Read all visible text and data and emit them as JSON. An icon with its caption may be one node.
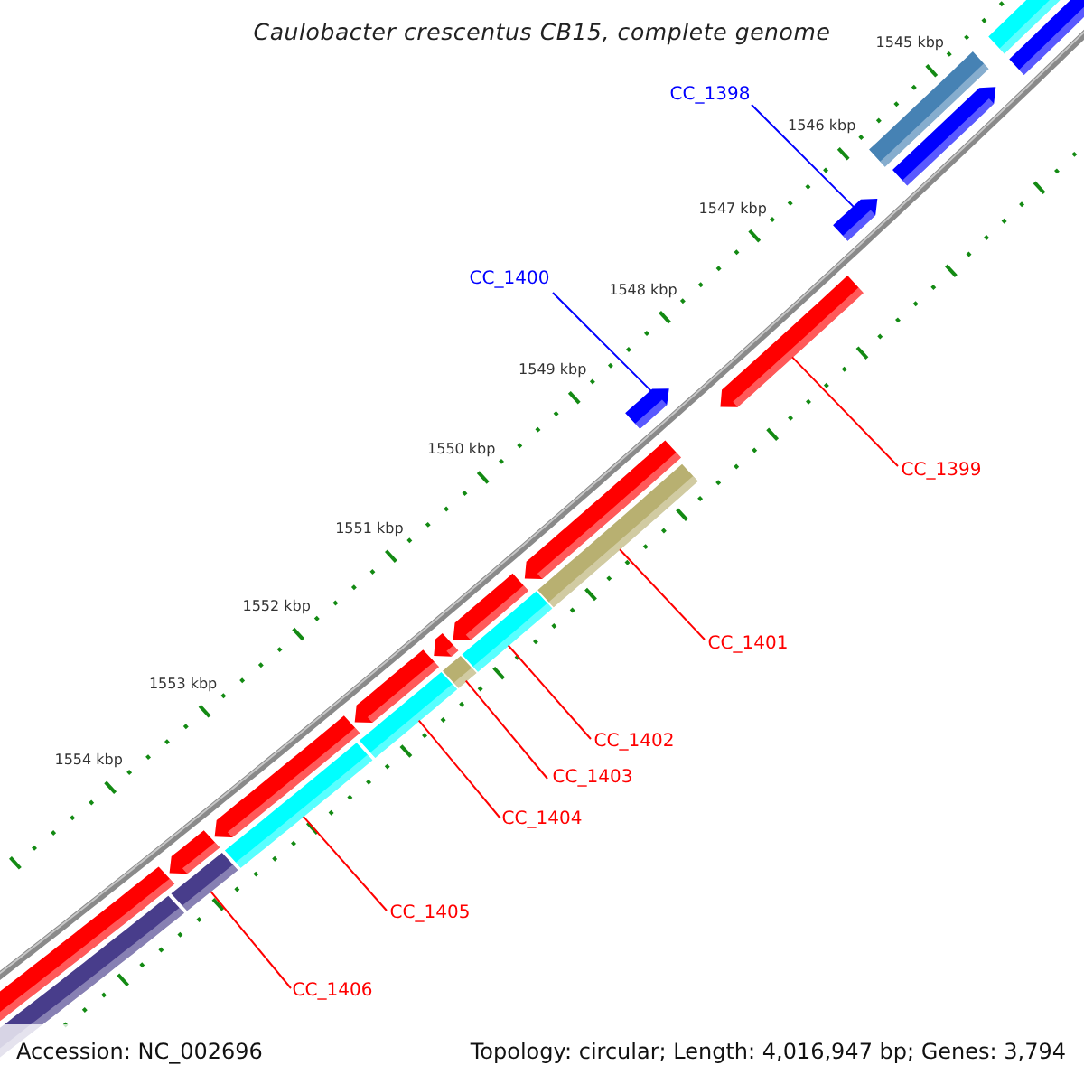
{
  "diagram": {
    "title": "Caulobacter crescentus CB15, complete genome",
    "nodes": [
      {
        "text": [
          "CC_1398"
        ]
      },
      {
        "text": [],
        "shape": "bar"
      },
      {
        "text": [
          "CC_1400"
        ]
      },
      {
        "text": [],
        "shape": "bar"
      },
      {
        "text": [
          "CC_1399"
        ]
      },
      {
        "text": [],
        "shape": "bar"
      },
      {
        "text": [
          "CC_1401"
        ]
      },
      {
        "text": [],
        "shape": "bar"
      },
      {
        "text": [
          "CC_1402"
        ]
      },
      {
        "text": [],
        "shape": "bar"
      },
      {
        "text": [
          "CC_1403"
        ]
      },
      {
        "text": [],
        "shape": "bar"
      },
      {
        "text": [
          "CC_1404"
        ]
      },
      {
        "text": [],
        "shape": "bar"
      },
      {
        "text": [
          "CC_1405"
        ]
      },
      {
        "text": [],
        "shape": "bar"
      },
      {
        "text": [
          "CC_1406"
        ]
      },
      {
        "text": [],
        "shape": "bar"
      }
    ],
    "edges": [
      {
        "from": 0,
        "to": 1,
        "arrow": "none",
        "color": "#0000ff"
      },
      {
        "from": 2,
        "to": 3,
        "arrow": "none",
        "color": "#0000ff"
      },
      {
        "from": 4,
        "to": 5,
        "arrow": "none"
      },
      {
        "from": 6,
        "to": 7,
        "arrow": "none"
      },
      {
        "from": 8,
        "to": 9,
        "arrow": "none"
      },
      {
        "from": 10,
        "to": 11,
        "arrow": "none"
      },
      {
        "from": 12,
        "to": 13,
        "arrow": "none"
      },
      {
        "from": 14,
        "to": 15,
        "arrow": "none"
      },
      {
        "from": 16,
        "to": 17,
        "arrow": "none"
      }
    ],
    "labels": [
      "1545 kbp",
      "1546 kbp",
      "1547 kbp",
      "1548 kbp",
      "1549 kbp",
      "1550 kbp",
      "1551 kbp",
      "1552 kbp",
      "1553 kbp",
      "1554 kbp",
      "Accession: NC_002696",
      "Topology: circular; Length: 4,016,947 bp; Genes: 3,794"
    ]
  }
}
